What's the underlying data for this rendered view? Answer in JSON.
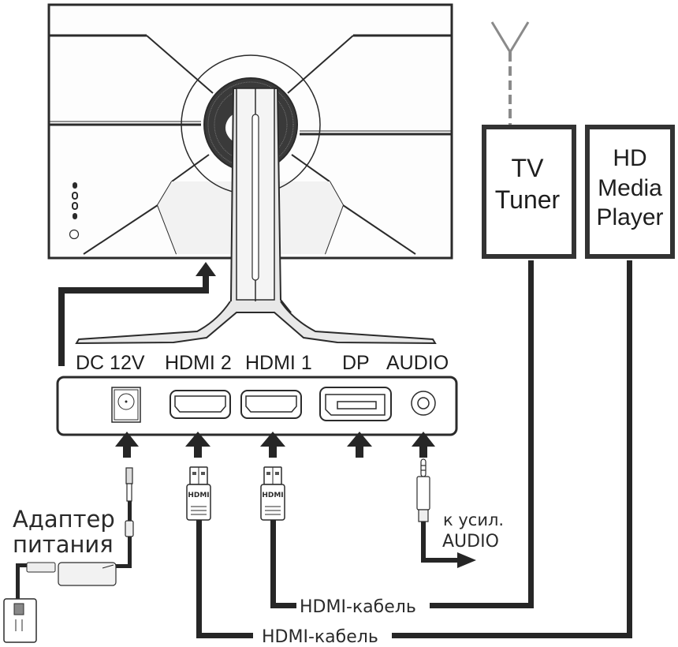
{
  "diagram": {
    "title": "Monitor connection diagram",
    "colors": {
      "line": "#2b2b2b",
      "cable": "#262626",
      "antenna": "#888888",
      "panel_fill": "#f7f7f7",
      "stand_fill": "#e6e6e6"
    },
    "monitor": {
      "buttons": [
        "button-1",
        "button-2",
        "button-3",
        "button-4",
        "power-button"
      ]
    },
    "port_labels": {
      "dc": "DC 12V",
      "hdmi2": "HDMI 2",
      "hdmi1": "HDMI 1",
      "dp": "DP",
      "audio": "AUDIO"
    },
    "devices": {
      "tv_tuner": {
        "line1": "TV",
        "line2": "Tuner"
      },
      "media_player": {
        "line1": "HD",
        "line2": "Media",
        "line3": "Player"
      }
    },
    "connectors": {
      "hdmi_plug_label": "HDMI"
    },
    "captions": {
      "adapter_line1": "Адаптер",
      "adapter_line2": "питания",
      "audio_out_line1": "к усил.",
      "audio_out_line2": "AUDIO",
      "hdmi_cable_1": "HDMI-кабель",
      "hdmi_cable_2": "HDMI-кабель"
    }
  }
}
